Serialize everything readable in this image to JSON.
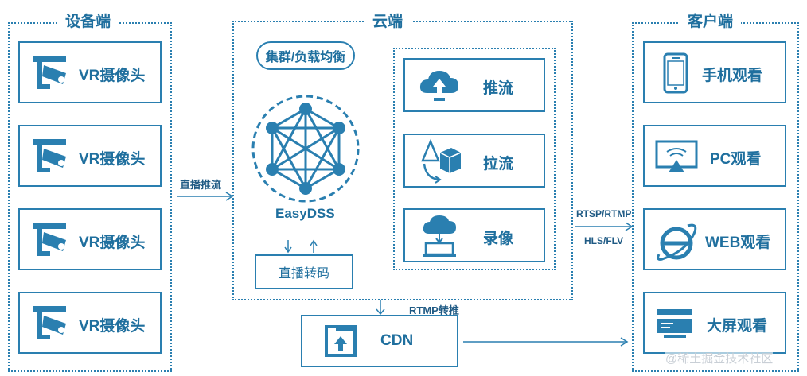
{
  "device_side": {
    "title": "设备端",
    "items": [
      {
        "label": "VR摄像头",
        "icon": "camera-icon"
      },
      {
        "label": "VR摄像头",
        "icon": "camera-icon"
      },
      {
        "label": "VR摄像头",
        "icon": "camera-icon"
      },
      {
        "label": "VR摄像头",
        "icon": "camera-icon"
      }
    ]
  },
  "cloud_side": {
    "title": "云端",
    "cluster_label": "集群/负载均衡",
    "core_label": "EasyDSS",
    "transcode_label": "直播转码",
    "services": [
      {
        "label": "推流",
        "icon": "cloud-upload-icon"
      },
      {
        "label": "拉流",
        "icon": "pull-stream-icon"
      },
      {
        "label": "录像",
        "icon": "record-icon"
      }
    ]
  },
  "client_side": {
    "title": "客户端",
    "items": [
      {
        "label": "手机观看",
        "icon": "phone-icon"
      },
      {
        "label": "PC观看",
        "icon": "pc-icon"
      },
      {
        "label": "WEB观看",
        "icon": "web-icon"
      },
      {
        "label": "大屏观看",
        "icon": "bigscreen-icon"
      }
    ]
  },
  "cdn": {
    "label": "CDN",
    "icon": "cdn-icon"
  },
  "arrows": {
    "push_label": "直播推流",
    "rtmp_forward_label": "RTMP转推",
    "protocol_label_1": "RTSP/RTMP",
    "protocol_label_2": "HLS/FLV"
  },
  "watermark": "@稀土掘金技术社区",
  "colors": {
    "primary": "#2a7fb0",
    "text": "#1f6f9e"
  }
}
